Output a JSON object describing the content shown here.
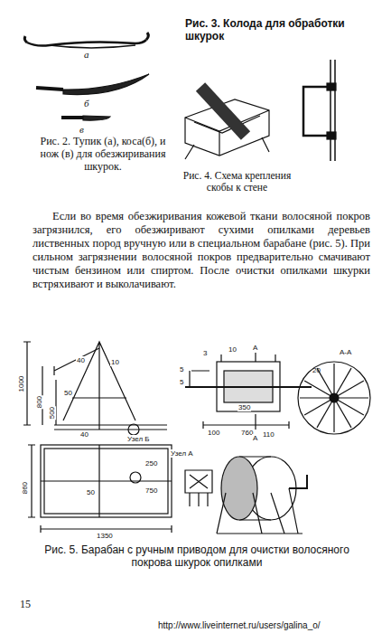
{
  "diagram": {
    "caption": "Рис. 5. Барабан с ручным приводом для очистки волосяного покрова шкурок опилками",
    "labels": [
      "а",
      "б",
      "в",
      "Рис. 3. Колода для обработки шкурок",
      "Рис. 2. Тупик (а), коса(б), и нож (в) для обезжиривания шкурок.",
      "Рис. 4. Схема крепления скобы к стене",
      "Если во время обезжиривания кожевой ткани волосяной покров загрязнился, его обезжиривают сухими опилками деревьев лиственных пород вручную или в специальном барабане (рис. 5). При сильном загрязнении волосяной покров предварительно смачивают чистым бензином или спиртом. После очистки опилками шкурки встряхивают и выколачивают.",
      "1000",
      "800",
      "500",
      "40",
      "50",
      "10",
      "Узел Б",
      "40",
      "50",
      "860",
      "1350",
      "250",
      "750",
      "Узел А",
      "3",
      "10",
      "А",
      "5",
      "5",
      "350",
      "100",
      "760",
      "110",
      "А",
      "А-А",
      "20",
      "15",
      "http://www.liveinternet.ru/users/galina_o/"
    ]
  }
}
